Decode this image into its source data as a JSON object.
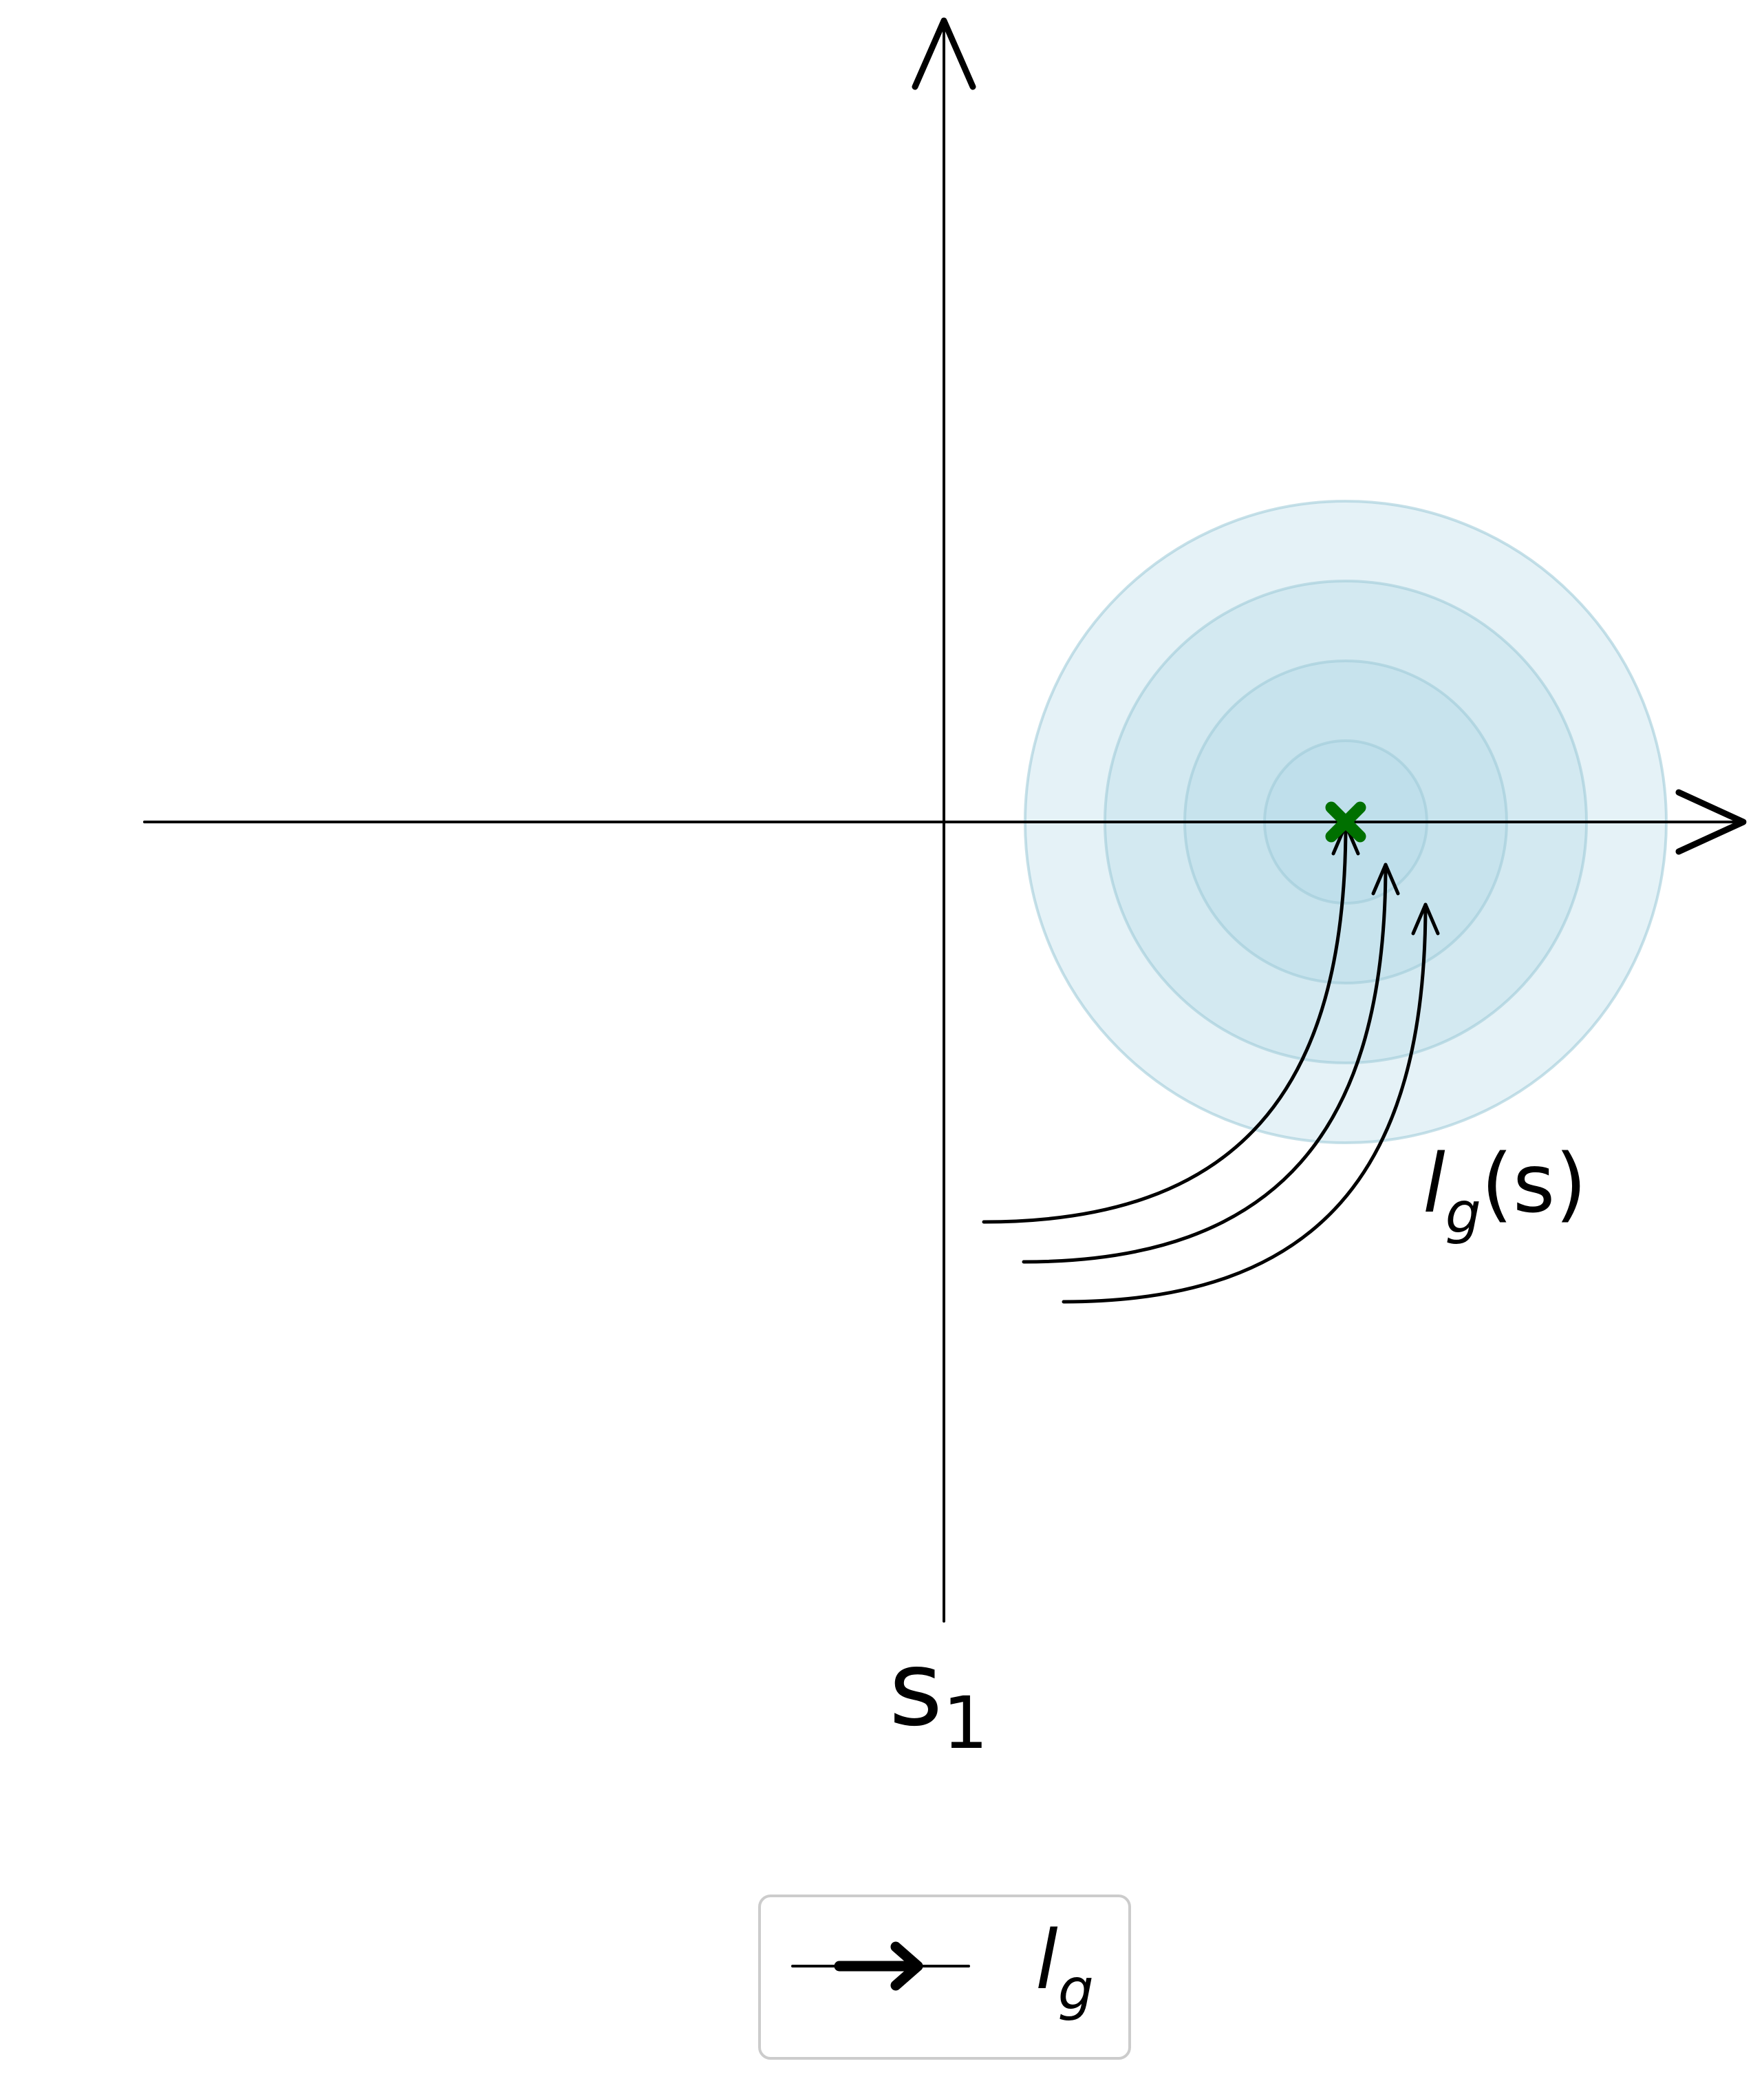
{
  "diagram": {
    "origin_label": {
      "base": "s",
      "sub": "1"
    },
    "curve_label": {
      "base": "l",
      "sub": "g",
      "arg": "(s)"
    },
    "target_marker": {
      "shape": "x",
      "color": "#007000"
    },
    "contour_color": "#add8e6",
    "contour_levels": 4,
    "flow_lines": 3
  },
  "legend": {
    "entries": [
      {
        "base": "l",
        "sub": "g",
        "icon": "thick-arrow"
      }
    ]
  }
}
